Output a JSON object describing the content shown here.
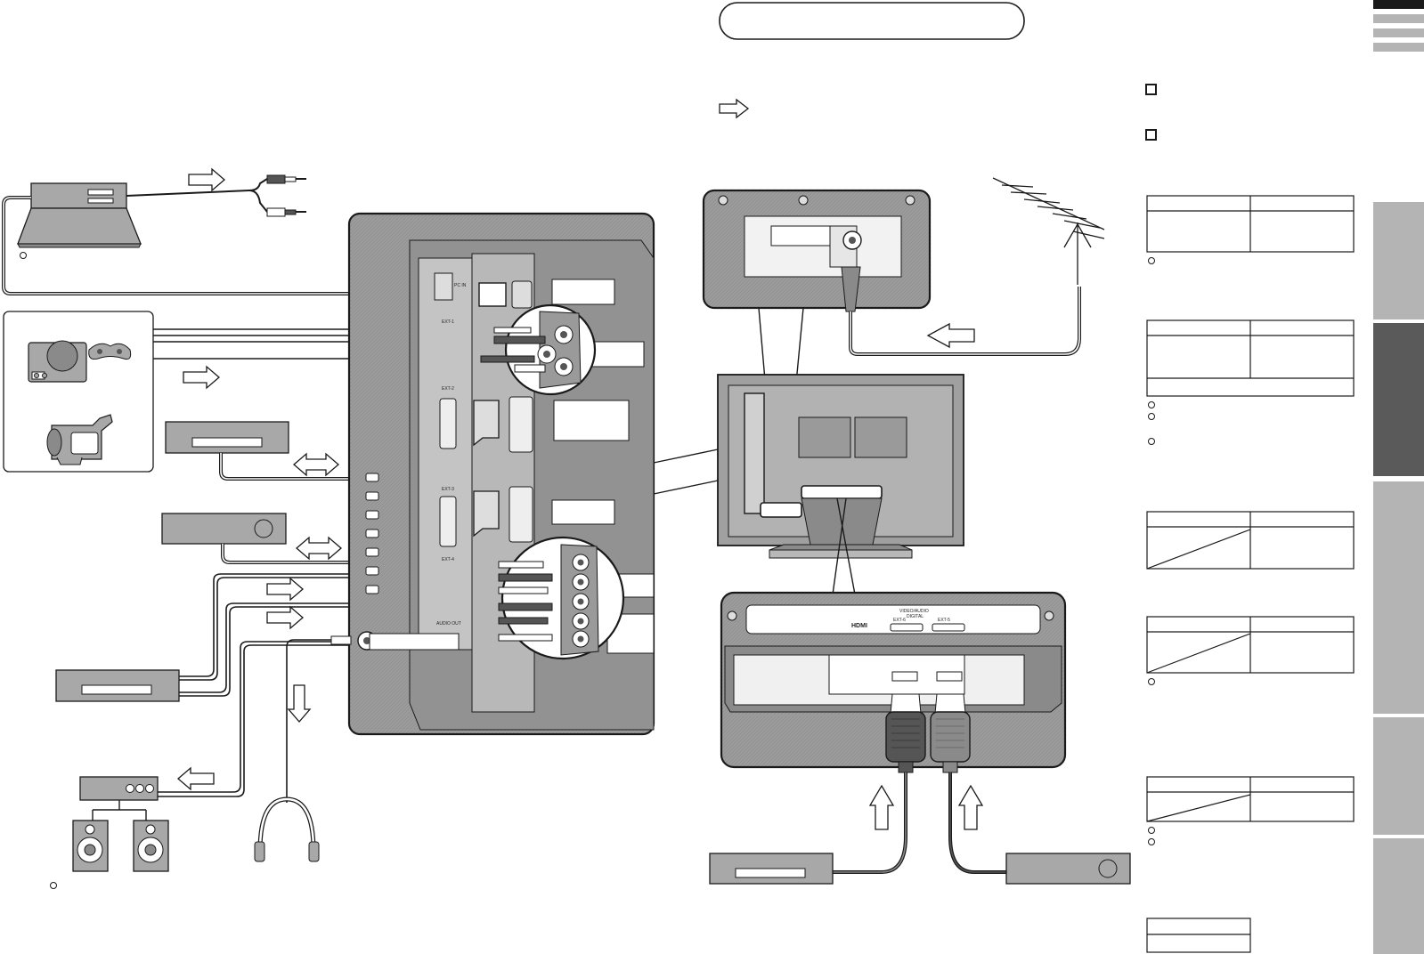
{
  "panel_labels": {
    "pc_in": "PC IN",
    "ext1": "EXT-1",
    "ext2": "EXT-2",
    "ext3": "EXT-3",
    "ext4": "EXT-4",
    "audio_out": "AUDIO OUT",
    "hdmi_header_1": "VIDEO/AUDIO",
    "hdmi_header_2": "DIGITAL",
    "hdmi_logo": "HDMI",
    "ext5": "EXT-5",
    "ext6": "EXT-6"
  },
  "colors": {
    "line": "#1a1a1a",
    "panel_fill": "#9a9a9a",
    "panel_dark": "#6e6e6e",
    "device_fill": "#a8a8a8",
    "box_fill": "#ffffff",
    "tab_dark": "#5a5a5a",
    "tab_light": "#b4b4b4"
  },
  "icons": [
    "laptop-icon",
    "camcorder-icon",
    "game-console-icon",
    "vcr-icon",
    "decoder-icon",
    "amplifier-icon",
    "speaker-icon",
    "headphones-icon",
    "antenna-icon",
    "arrow-icon",
    "note-bullet-icon"
  ]
}
